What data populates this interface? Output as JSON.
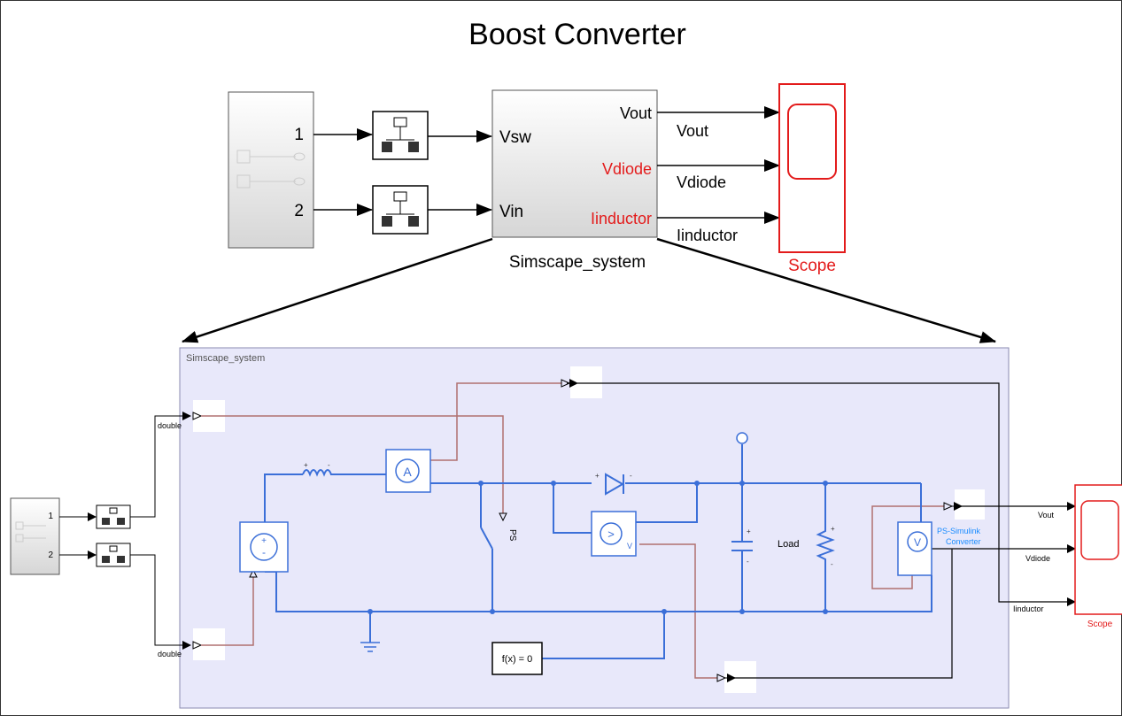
{
  "title": "Boost Converter",
  "top": {
    "source_ports": [
      "1",
      "2"
    ],
    "subsystem": {
      "name": "Simscape_system",
      "inputs": [
        "Vsw",
        "Vin"
      ],
      "outputs": [
        "Vout",
        "Vdiode",
        "Iinductor"
      ]
    },
    "signal_labels": [
      "Vout",
      "Vdiode",
      "Iinductor"
    ],
    "scope_label": "Scope"
  },
  "detail": {
    "subsystem_label": "Simscape_system",
    "source_ports": [
      "1",
      "2"
    ],
    "input_types": [
      "double",
      "double"
    ],
    "ammeter_label": "A",
    "voltmeter_label": "V",
    "ps_label": "PS",
    "load_label": "Load",
    "converter_label": "PS-Simulink Converter",
    "solver_label": "f(x) = 0",
    "signal_labels": [
      "Vout",
      "Vdiode",
      "Iinductor"
    ],
    "scope_label": "Scope"
  },
  "colors": {
    "highlight_red": "#e31b1b",
    "physical_blue": "#3b6fd8",
    "conversion_brown": "#b07070",
    "subsystem_fill": "#e8e8fa",
    "converter_blue": "#1a8cff"
  }
}
